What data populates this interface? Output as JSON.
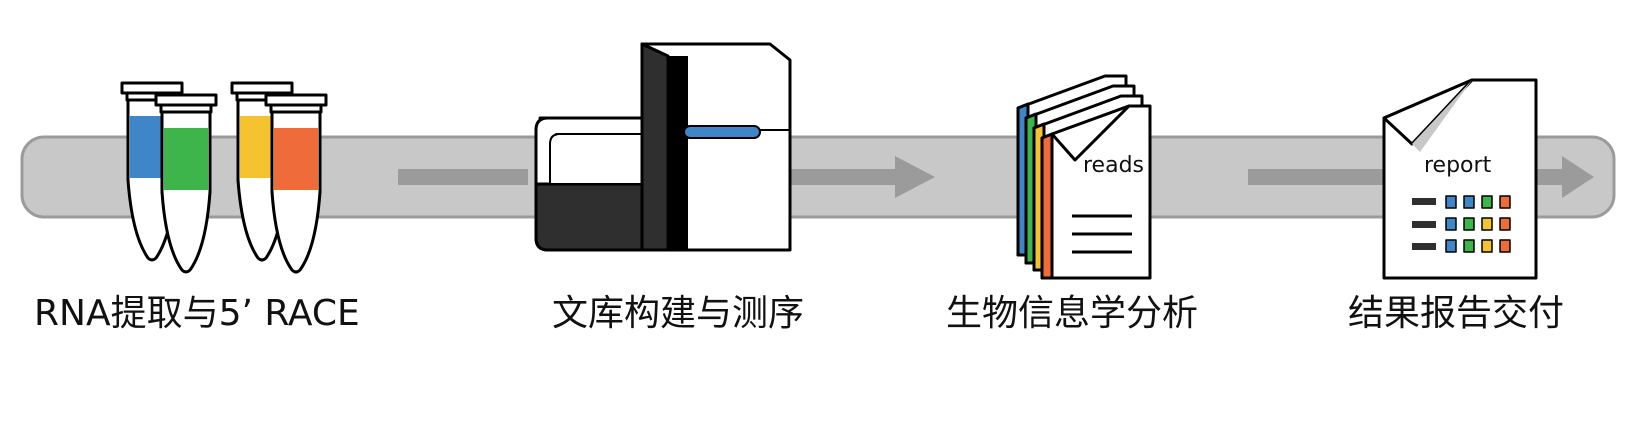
{
  "steps": [
    {
      "label": "RNA提取与5’ RACE",
      "icon": "sample-tubes-icon"
    },
    {
      "label": "文库构建与测序",
      "icon": "sequencer-icon"
    },
    {
      "label": "生物信息学分析",
      "icon": "reads-files-icon"
    },
    {
      "label": "结果报告交付",
      "icon": "report-document-icon"
    }
  ],
  "documents": {
    "reads_text": "reads",
    "report_text": "report"
  },
  "colors": {
    "track": "#c8c8c8",
    "arrow": "#9b9b9b",
    "blue": "#3f86c8",
    "green": "#3db54a",
    "yellow": "#f5c330",
    "orange": "#ef6b3a",
    "dark": "#2f2f2f"
  }
}
